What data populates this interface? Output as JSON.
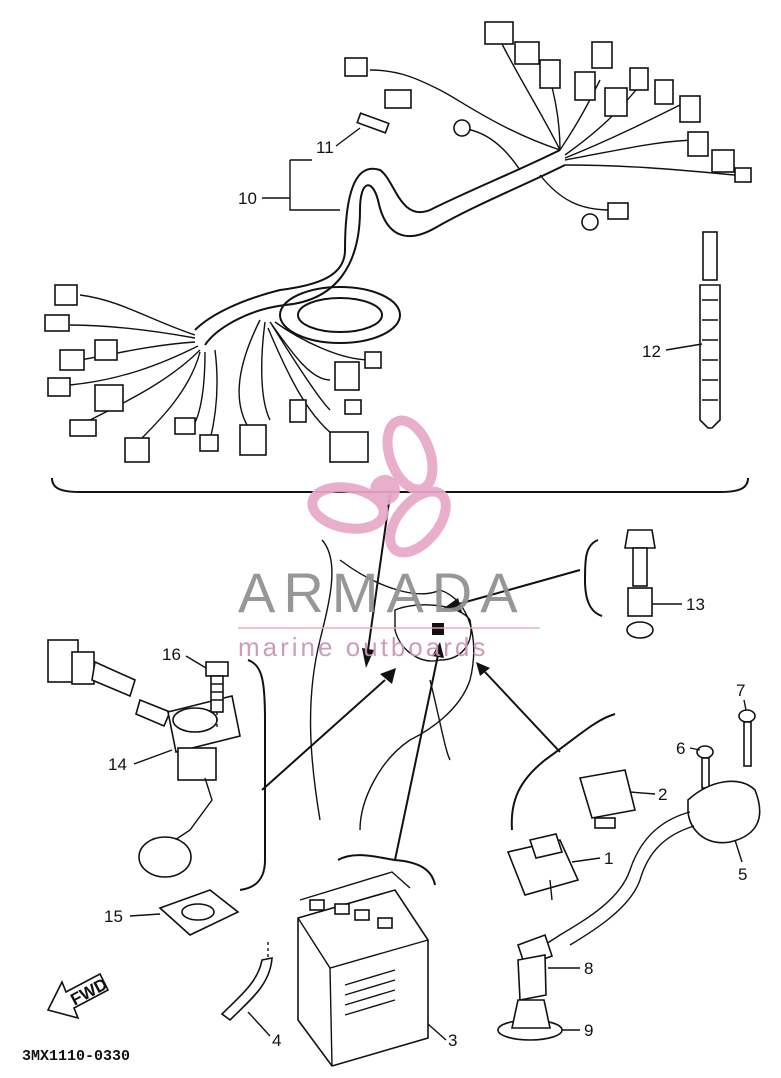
{
  "diagram": {
    "part_code": "3MX1110-0330",
    "fwd_label": "FWD",
    "watermark": {
      "brand": "ARMADA",
      "tagline": "marine outboards",
      "accent_color": "#e8a8c8",
      "text_color": "#8f8f8f"
    },
    "callouts": [
      "1",
      "2",
      "3",
      "4",
      "5",
      "6",
      "7",
      "8",
      "9",
      "10",
      "11",
      "12",
      "13",
      "14",
      "15",
      "16"
    ]
  }
}
